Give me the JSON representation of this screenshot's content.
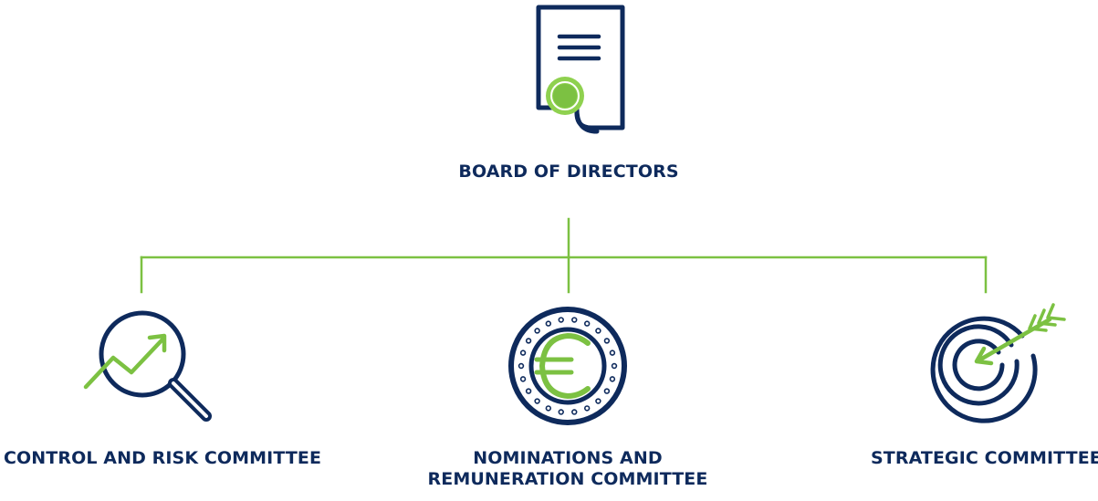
{
  "colors": {
    "navy": "#0e2a5c",
    "green": "#7cc142",
    "green_light": "#8fd14f"
  },
  "board": {
    "icon": "certificate-document-icon",
    "label": "BOARD OF DIRECTORS"
  },
  "committees": [
    {
      "icon": "magnifier-growth-chart-icon",
      "label": "CONTROL AND RISK COMMITTEE"
    },
    {
      "icon": "euro-coin-icon",
      "label": "NOMINATIONS AND REMUNERATION COMMITTEE"
    },
    {
      "icon": "target-arrow-icon",
      "label": "STRATEGIC COMMITTEE"
    }
  ]
}
